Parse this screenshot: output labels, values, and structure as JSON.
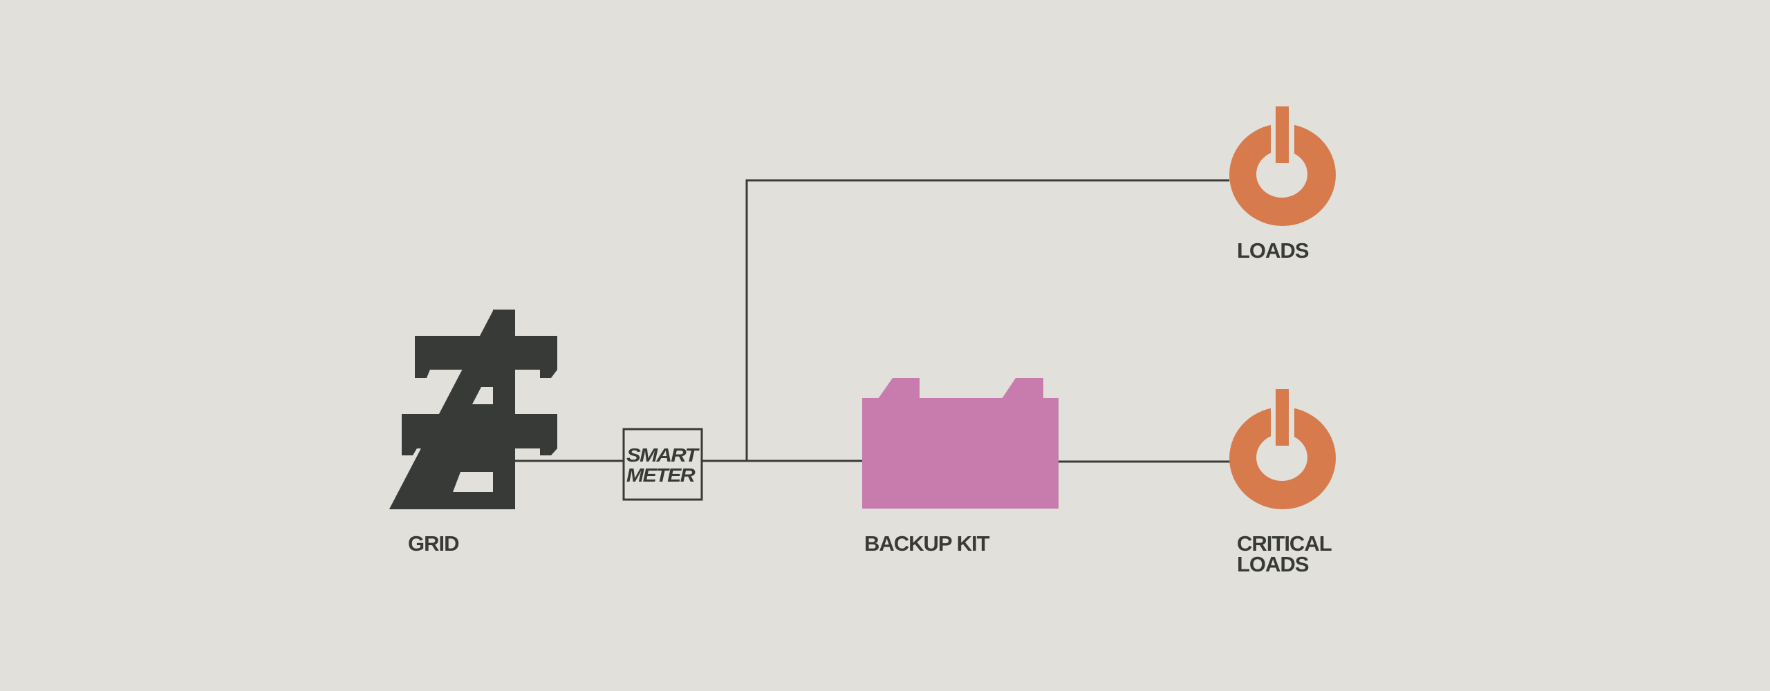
{
  "diagram": {
    "nodes": {
      "grid": {
        "label": "GRID"
      },
      "smart_meter": {
        "label_line1": "SMART",
        "label_line2": "METER"
      },
      "backup_kit": {
        "label": "BACKUP KIT"
      },
      "loads": {
        "label": "LOADS"
      },
      "critical_loads": {
        "label_line1": "CRITICAL",
        "label_line2": "LOADS"
      }
    },
    "connections": [
      {
        "from": "grid",
        "to": "smart_meter"
      },
      {
        "from": "smart_meter",
        "to": "backup_kit"
      },
      {
        "from": "smart_meter",
        "to": "loads"
      },
      {
        "from": "backup_kit",
        "to": "critical_loads"
      }
    ],
    "icons": {
      "grid": "power-pylon-icon",
      "backup_kit": "battery-icon",
      "loads": "power-icon",
      "critical_loads": "power-icon"
    }
  },
  "colors": {
    "background": "#e1e0db",
    "ink": "#383a37",
    "loads": "#d77a4c",
    "battery": "#c77cad"
  }
}
